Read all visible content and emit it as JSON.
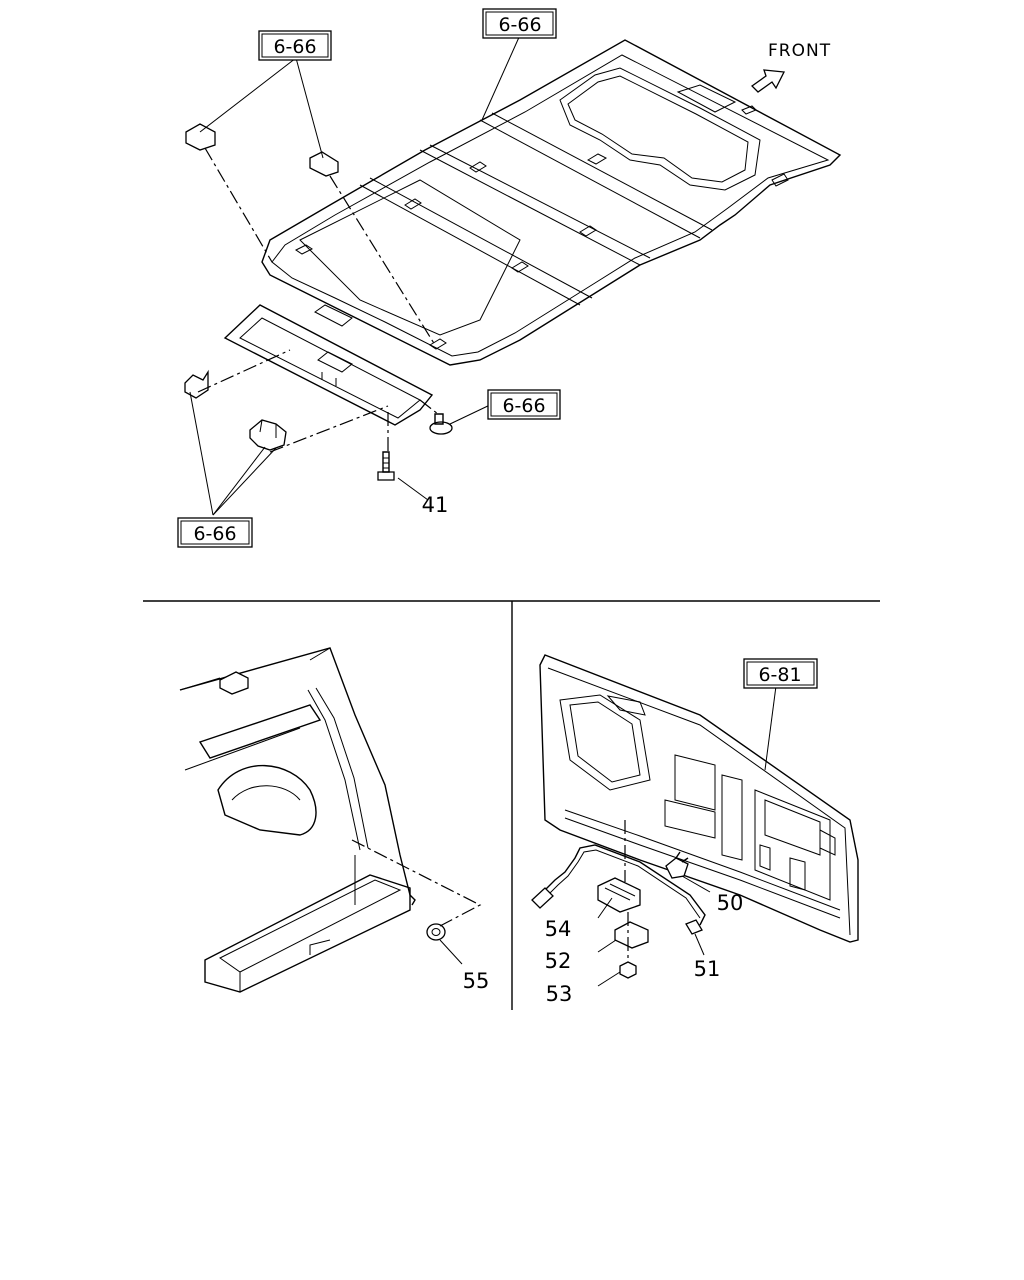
{
  "direction_label": "FRONT",
  "refs": {
    "ref_top_left": "6-66",
    "ref_top_center": "6-66",
    "ref_right_screw": "6-66",
    "ref_bottom_left": "6-66",
    "ref_tailgate": "6-81"
  },
  "parts": {
    "p41": "41",
    "p50": "50",
    "p51": "51",
    "p52": "52",
    "p53": "53",
    "p54": "54",
    "p55": "55"
  }
}
